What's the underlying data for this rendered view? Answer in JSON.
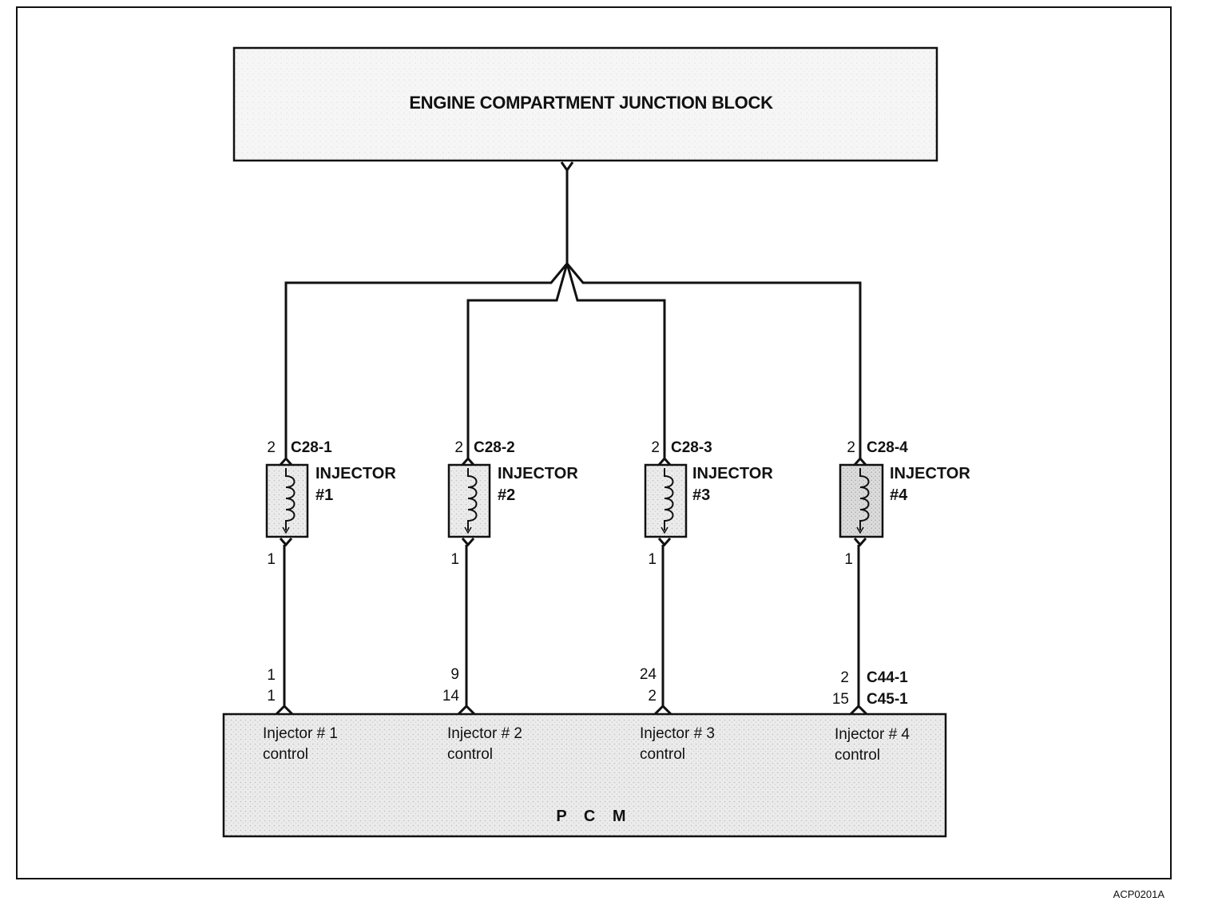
{
  "junction_block": {
    "title": "ENGINE COMPARTMENT JUNCTION BLOCK"
  },
  "injectors": [
    {
      "pin_top": "2",
      "connector": "C28-1",
      "label_line1": "INJECTOR",
      "label_line2": "#1",
      "pin_bottom": "1"
    },
    {
      "pin_top": "2",
      "connector": "C28-2",
      "label_line1": "INJECTOR",
      "label_line2": "#2",
      "pin_bottom": "1"
    },
    {
      "pin_top": "2",
      "connector": "C28-3",
      "label_line1": "INJECTOR",
      "label_line2": "#3",
      "pin_bottom": "1"
    },
    {
      "pin_top": "2",
      "connector": "C28-4",
      "label_line1": "INJECTOR",
      "label_line2": "#4",
      "pin_bottom": "1"
    }
  ],
  "pcm": {
    "title": "P C M",
    "connectors": [
      "C44-1",
      "C45-1"
    ],
    "terminals": [
      {
        "pin_a": "1",
        "pin_b": "1",
        "label_line1": "Injector # 1",
        "label_line2": "control"
      },
      {
        "pin_a": "9",
        "pin_b": "14",
        "label_line1": "Injector # 2",
        "label_line2": "control"
      },
      {
        "pin_a": "24",
        "pin_b": "2",
        "label_line1": "Injector # 3",
        "label_line2": "control"
      },
      {
        "pin_a": "2",
        "pin_b": "15",
        "label_line1": "Injector # 4",
        "label_line2": "control"
      }
    ]
  },
  "figure_code": "ACP0201A",
  "colors": {
    "line": "#111111",
    "box_fill": "#f2f2f2",
    "pcm_fill": "#e4e4e4",
    "injector_fill": "#d6d6d6"
  }
}
